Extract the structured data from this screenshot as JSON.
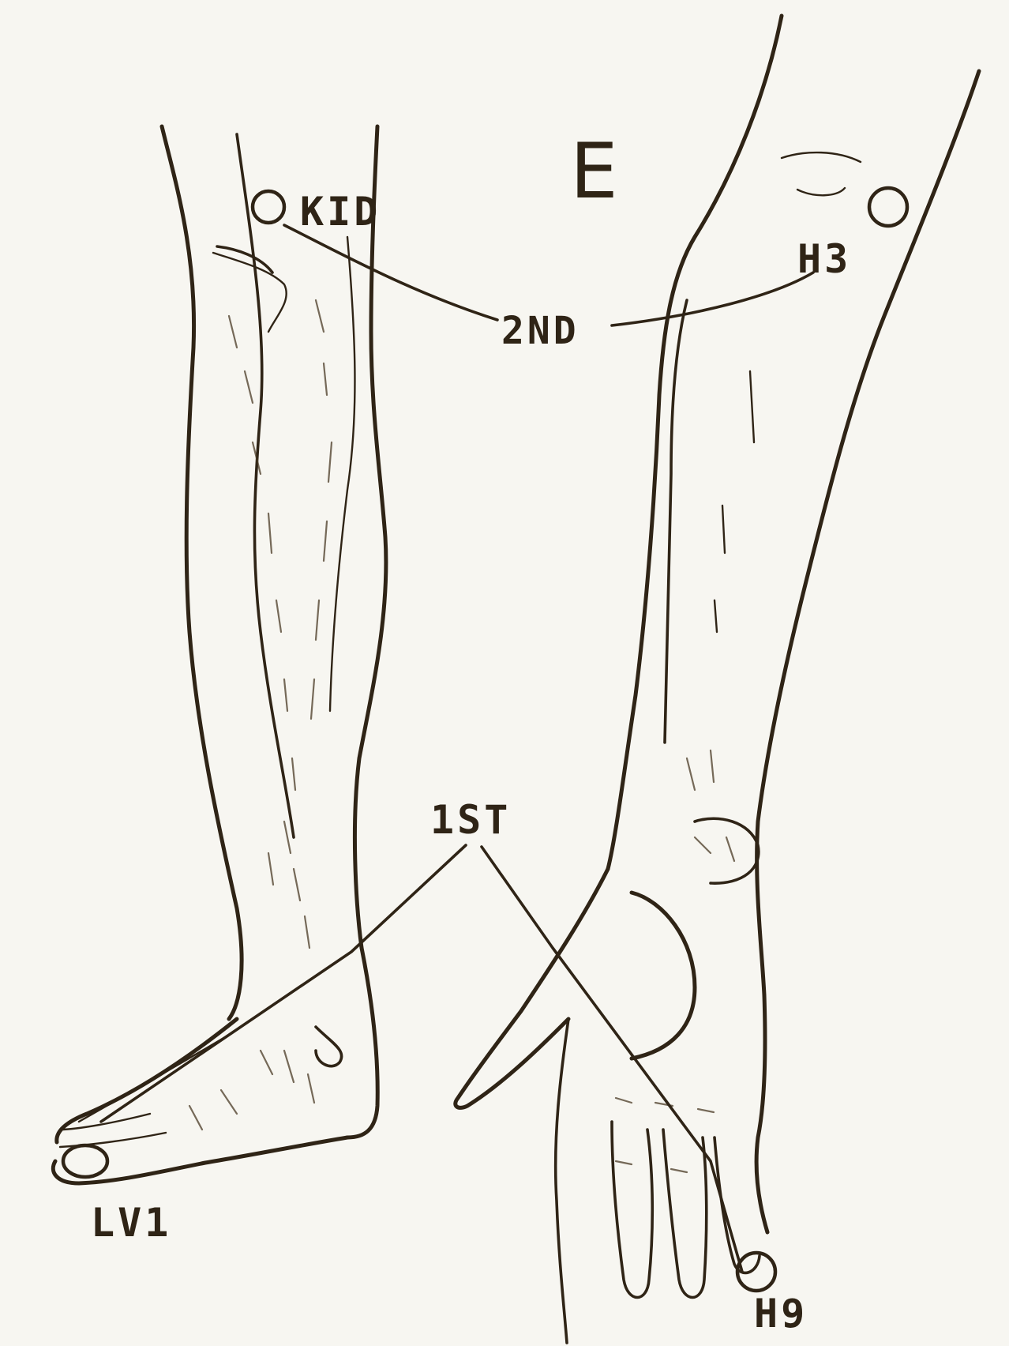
{
  "figure_letter": "E",
  "points": {
    "kidney": "KID",
    "heart_upper": "H3",
    "liver": "LV1",
    "heart_lower": "H9"
  },
  "connections": {
    "second": "2ND",
    "first": "1ST"
  }
}
